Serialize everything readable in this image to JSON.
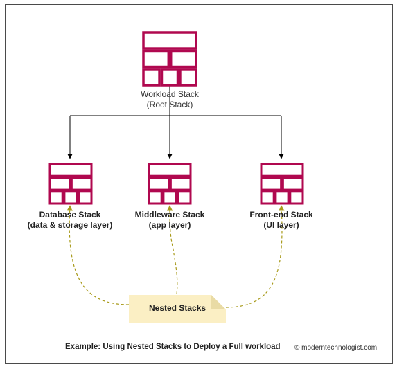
{
  "colors": {
    "stack_icon": "#b0084f",
    "connector": "#000000",
    "nested_link": "#a89a1a",
    "note_fill": "#fbefc4",
    "note_fold": "#e9dba5"
  },
  "root": {
    "icon": "brick-stack-icon",
    "label_line1": "Workload Stack",
    "label_line2": "(Root Stack)"
  },
  "children": [
    {
      "icon": "brick-stack-icon",
      "label_line1": "Database Stack",
      "label_line2": "(data & storage layer)"
    },
    {
      "icon": "brick-stack-icon",
      "label_line1": "Middleware Stack",
      "label_line2": "(app layer)"
    },
    {
      "icon": "brick-stack-icon",
      "label_line1": "Front-end Stack",
      "label_line2": "(UI layer)"
    }
  ],
  "note": {
    "text": "Nested Stacks"
  },
  "caption": "Example: Using Nested Stacks to Deploy a Full workload",
  "copyright": "© moderntechnologist.com"
}
